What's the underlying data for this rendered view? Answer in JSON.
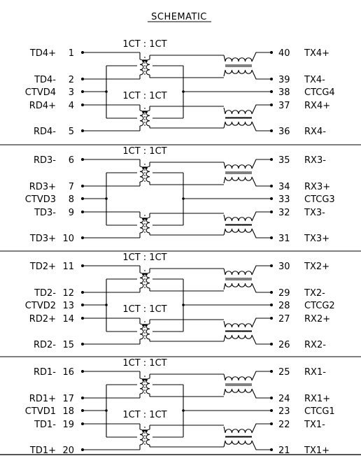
{
  "title": "SCHEMATIC",
  "ratio_label": "1CT : 1CT",
  "blocks": [
    {
      "pins": [
        {
          "left_label": "TD4+",
          "left_num": "1",
          "right_num": "40",
          "right_label": "TX4+"
        },
        {
          "left_label": "TD4-",
          "left_num": "2",
          "right_num": "39",
          "right_label": "TX4-"
        },
        {
          "left_label": "CTVD4",
          "left_num": "3",
          "right_num": "38",
          "right_label": "CTCG4"
        },
        {
          "left_label": "RD4+",
          "left_num": "4",
          "right_num": "37",
          "right_label": "RX4+"
        },
        {
          "left_label": "RD4-",
          "left_num": "5",
          "right_num": "36",
          "right_label": "RX4-"
        }
      ]
    },
    {
      "pins": [
        {
          "left_label": "RD3-",
          "left_num": "6",
          "right_num": "35",
          "right_label": "RX3-"
        },
        {
          "left_label": "RD3+",
          "left_num": "7",
          "right_num": "34",
          "right_label": "RX3+"
        },
        {
          "left_label": "CTVD3",
          "left_num": "8",
          "right_num": "33",
          "right_label": "CTCG3"
        },
        {
          "left_label": "TD3-",
          "left_num": "9",
          "right_num": "32",
          "right_label": "TX3-"
        },
        {
          "left_label": "TD3+",
          "left_num": "10",
          "right_num": "31",
          "right_label": "TX3+"
        }
      ]
    },
    {
      "pins": [
        {
          "left_label": "TD2+",
          "left_num": "11",
          "right_num": "30",
          "right_label": "TX2+"
        },
        {
          "left_label": "TD2-",
          "left_num": "12",
          "right_num": "29",
          "right_label": "TX2-"
        },
        {
          "left_label": "CTVD2",
          "left_num": "13",
          "right_num": "28",
          "right_label": "CTCG2"
        },
        {
          "left_label": "RD2+",
          "left_num": "14",
          "right_num": "27",
          "right_label": "RX2+"
        },
        {
          "left_label": "RD2-",
          "left_num": "15",
          "right_num": "26",
          "right_label": "RX2-"
        }
      ]
    },
    {
      "pins": [
        {
          "left_label": "RD1-",
          "left_num": "16",
          "right_num": "25",
          "right_label": "RX1-"
        },
        {
          "left_label": "RD1+",
          "left_num": "17",
          "right_num": "24",
          "right_label": "RX1+"
        },
        {
          "left_label": "CTVD1",
          "left_num": "18",
          "right_num": "23",
          "right_label": "CTCG1"
        },
        {
          "left_label": "TD1-",
          "left_num": "19",
          "right_num": "22",
          "right_label": "TX1-"
        },
        {
          "left_label": "TD1+",
          "left_num": "20",
          "right_num": "21",
          "right_label": "TX1+"
        }
      ]
    }
  ]
}
